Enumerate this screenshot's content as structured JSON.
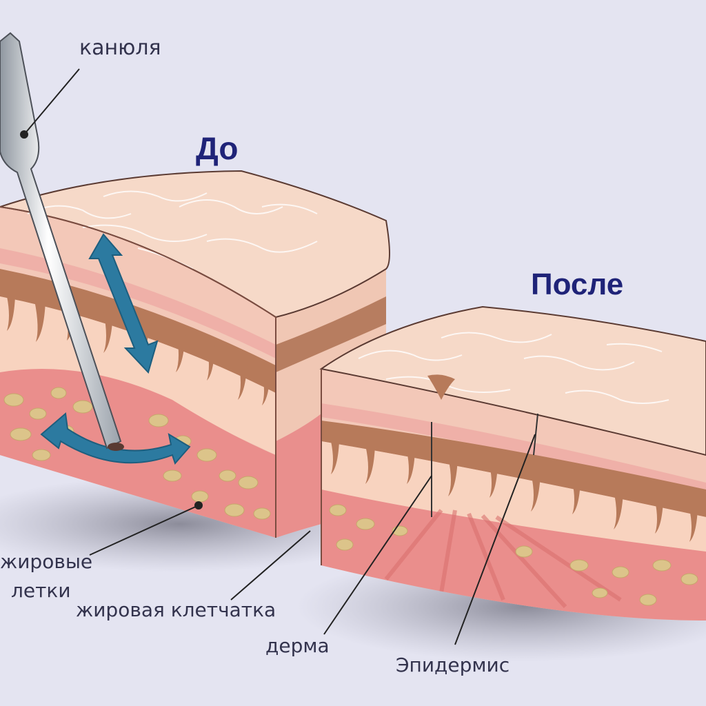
{
  "titles": {
    "before": "До",
    "after": "После"
  },
  "labels": {
    "cannula": "канюля",
    "fat_cells_line1": "жировые",
    "fat_cells_line2": "летки",
    "fat_tissue": "жировая клетчатка",
    "dermis": "дерма",
    "epidermis": "Эпидермис"
  },
  "colors": {
    "background": "#e4e4f1",
    "skin_surface": "#f6d9c8",
    "epidermis_band": "#efb4ad",
    "dermis_brown": "#b97c5e",
    "papillary_layer": "#f9d4c0",
    "fat_layer": "#ea8e8c",
    "fat_cell": "#dcc48a",
    "arrow_teal": "#2c7aa0",
    "title_blue": "#1f2378",
    "label_text": "#33334d"
  }
}
